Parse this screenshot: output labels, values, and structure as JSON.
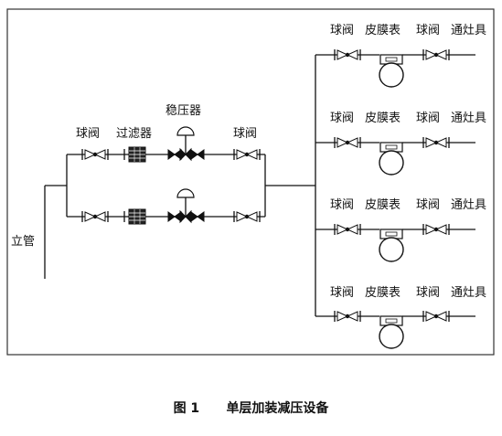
{
  "labels": {
    "riser": "立管",
    "ball_valve": "球阀",
    "filter": "过滤器",
    "regulator": "稳压器",
    "diaphragm_meter": "皮膜表",
    "to_stove": "通灶具"
  },
  "caption": {
    "number": "图 1",
    "title": "单层加装减压设备"
  }
}
